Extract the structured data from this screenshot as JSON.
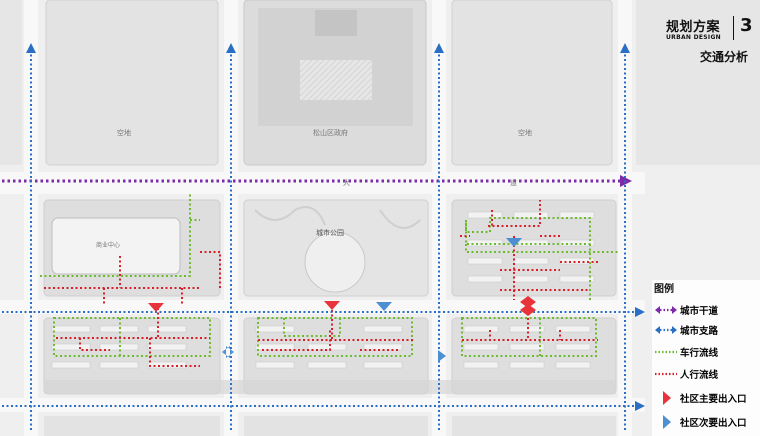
{
  "header": {
    "title": "规划方案",
    "subtitle_en": "URBAN DESIGN",
    "number": "3",
    "section": "交通分析"
  },
  "map_labels": {
    "vacant_left": "空地",
    "government": "松山区政府",
    "vacant_right": "空地",
    "park": "城市公园",
    "road_char_a": "大",
    "road_char_b": "道",
    "mall_sign": "商业中心"
  },
  "legend": {
    "title": "图例",
    "items": [
      {
        "label": "城市干道",
        "color": "#7b2aa8",
        "symbol": "dotted-arrow"
      },
      {
        "label": "城市支路",
        "color": "#2a6fc4",
        "symbol": "dotted-arrow"
      },
      {
        "label": "车行流线",
        "color": "#6dba2e",
        "symbol": "dotted-line"
      },
      {
        "label": "人行流线",
        "color": "#d8202a",
        "symbol": "dotted-line"
      },
      {
        "label": "社区主要出入口",
        "color": "#e8333a",
        "symbol": "triangle-right"
      },
      {
        "label": "社区次要出入口",
        "color": "#4d8fd0",
        "symbol": "triangle-right"
      }
    ]
  },
  "colors": {
    "arterial": "#7b2aa8",
    "branch": "#2a6fc4",
    "vehicle": "#6dba2e",
    "pedestrian": "#d8202a",
    "main_entrance": "#e8333a",
    "secondary_entrance": "#4d8fd0"
  }
}
